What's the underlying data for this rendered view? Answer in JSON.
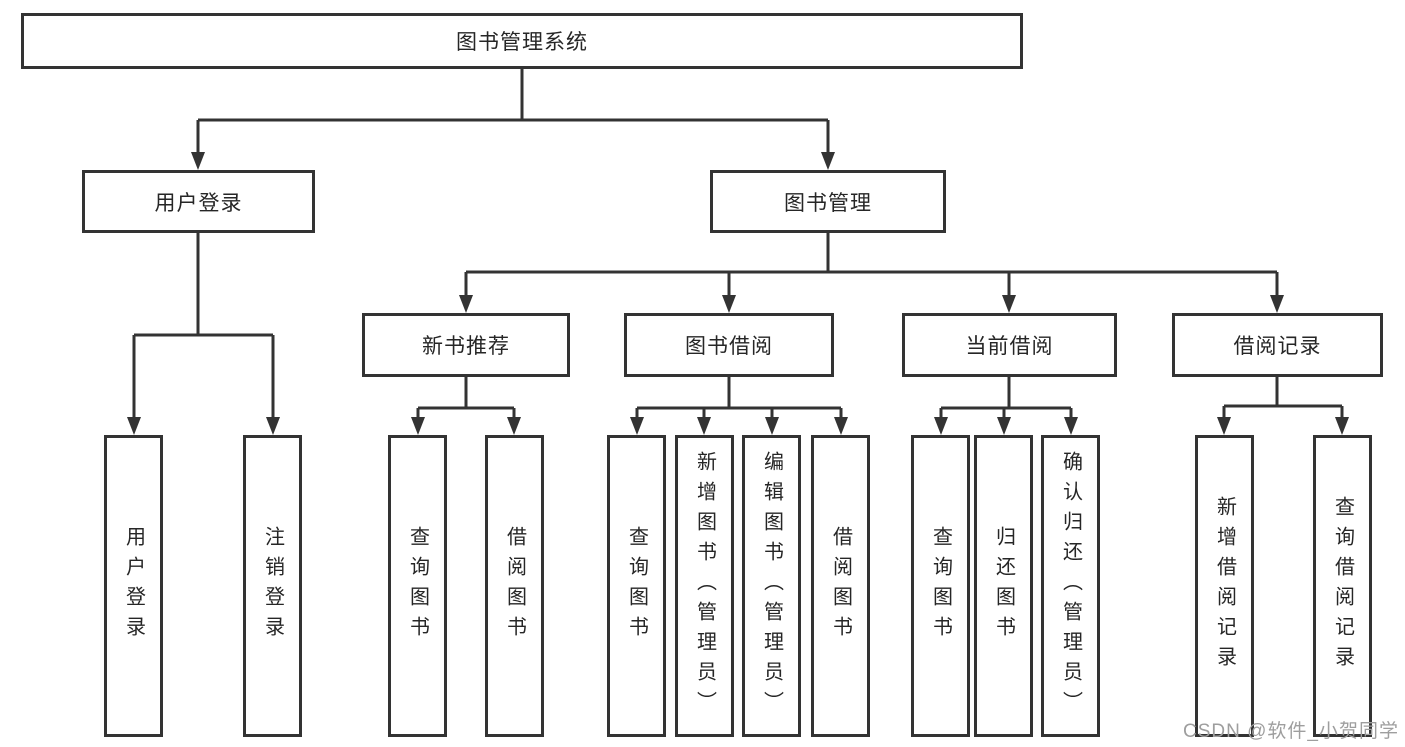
{
  "diagram": {
    "title_node": {
      "label": "图书管理系统"
    },
    "level2": [
      {
        "label": "用户登录"
      },
      {
        "label": "图书管理"
      }
    ],
    "level3": [
      {
        "label": "新书推荐"
      },
      {
        "label": "图书借阅"
      },
      {
        "label": "当前借阅"
      },
      {
        "label": "借阅记录"
      }
    ],
    "leaves": {
      "user_login": [
        "用户登录",
        "注销登录"
      ],
      "new_book": [
        "查询图书",
        "借阅图书"
      ],
      "book_borrow": [
        "查询图书",
        "新增图书（管理员）",
        "编辑图书（管理员）",
        "借阅图书"
      ],
      "current_borrow": [
        "查询图书",
        "归还图书",
        "确认归还（管理员）"
      ],
      "borrow_record": [
        "新增借阅记录",
        "查询借阅记录"
      ]
    },
    "line_color": "#333333",
    "box_background": "#ffffff"
  },
  "watermark": {
    "text": "CSDN @软件_小贺同学",
    "color": "#9e9e9e"
  }
}
